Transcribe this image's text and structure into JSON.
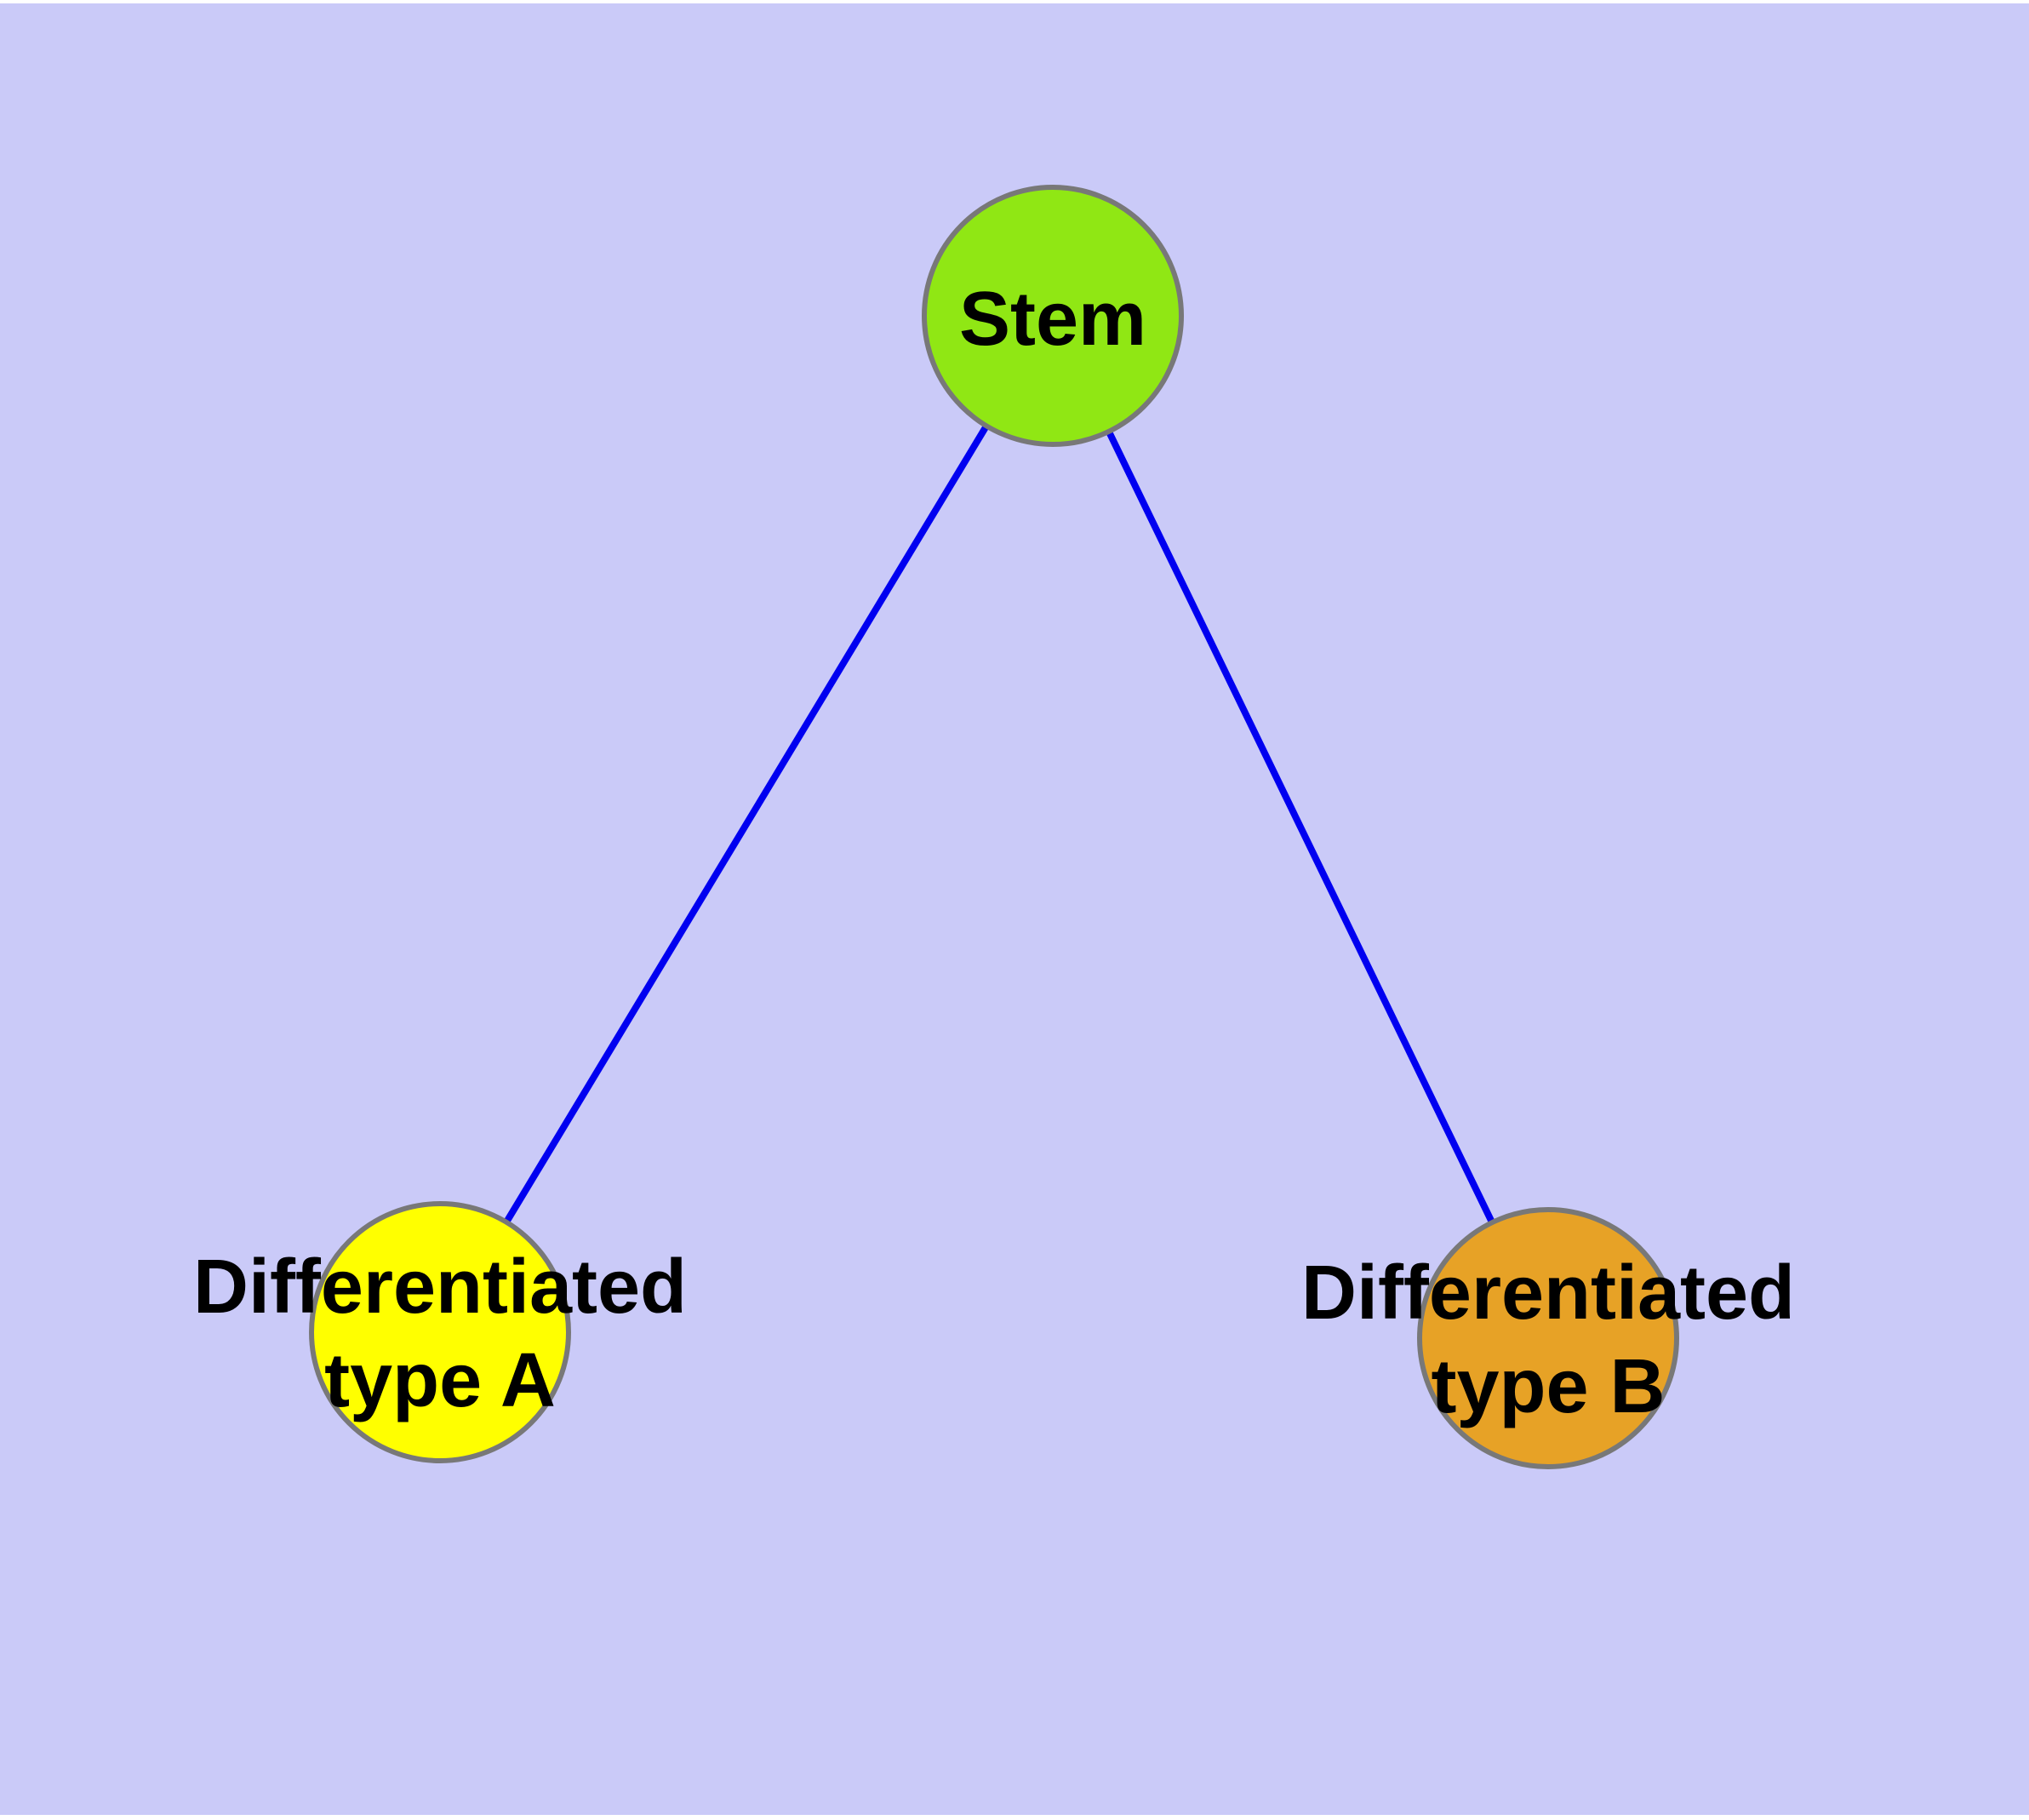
{
  "page": {
    "background": "#ffffff"
  },
  "canvas": {
    "background": "#cacaf8"
  },
  "text_color": "#000000",
  "nodes": {
    "stem": {
      "label": "Stem",
      "label_lines": [
        "Stem"
      ],
      "fill": "#90e714",
      "stroke": "#787878"
    },
    "type_a": {
      "label": "Differentiated type A",
      "label_lines": [
        "Differentiated",
        "type A"
      ],
      "fill": "#ffff00",
      "stroke": "#787878"
    },
    "type_b": {
      "label": "Differentiated type B",
      "label_lines": [
        "Differentiated",
        "type B"
      ],
      "fill": "#e7a226",
      "stroke": "#787878"
    }
  },
  "edges": {
    "color": "#0000f0",
    "list": [
      {
        "from": "Stem",
        "to": "Differentiated type A"
      },
      {
        "from": "Stem",
        "to": "Differentiated type B"
      }
    ]
  }
}
